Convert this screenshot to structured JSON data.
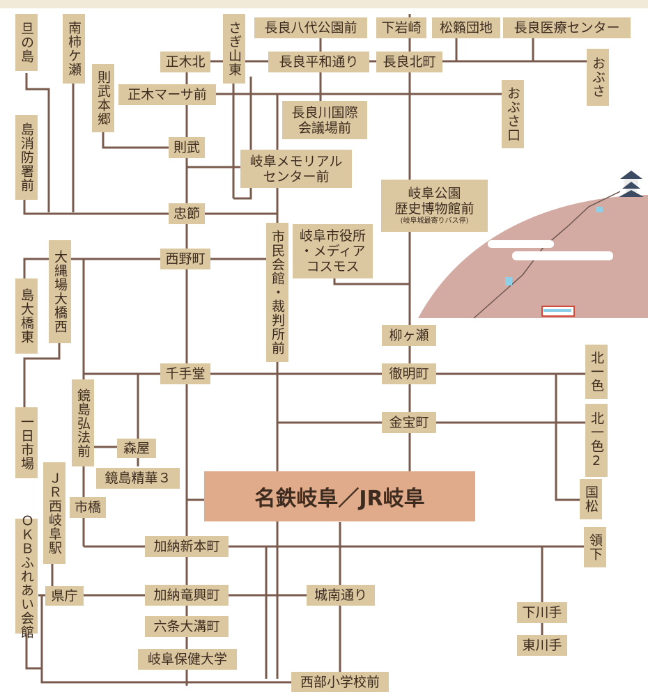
{
  "hub": {
    "label": "名鉄岐阜／JR岐阜"
  },
  "stops": {
    "dannoshima": "旦の島",
    "minamigakinose": "南柿ケ瀬",
    "sagiyama_higashi": "さぎ山東",
    "nagara_yashiro": "長良八代公園前",
    "shimoiwasaki": "下岩崎",
    "matsukago_danchi": "松籟団地",
    "nagara_iryo": "長良医療センター",
    "masaki_kita": "正木北",
    "nagara_heiwa": "長良平和通り",
    "nagara_kitamachi": "長良北町",
    "obusa": "おぶさ",
    "noritake_hongo": "則武本郷",
    "masaki_masa": "正木マーサ前",
    "obusaguchi": "おぶさ口",
    "nagaragawa_kokusai": [
      "長良川国際",
      "会議場前"
    ],
    "shima_shobosho": "島消防署前",
    "noritake": "則武",
    "memorial": [
      "岐阜メモリアル",
      "センター前"
    ],
    "gifu_koen": [
      "岐阜公園",
      "歴史博物館前"
    ],
    "gifu_koen_note": "(岐阜城最寄りバス停)",
    "chusetsu": "忠節",
    "shimin_kaikan": "市民会館・裁判所前",
    "shiyakusho": [
      "岐阜市役所",
      "・メディア",
      "コスモス"
    ],
    "onawaba": "大縄場大橋西",
    "nishinocho": "西野町",
    "shima_ohashi": "島大橋東",
    "yanagase": "柳ヶ瀬",
    "senjudo": "千手堂",
    "tetsumeicho": "徹明町",
    "kitaisshiki": "北一色",
    "kyojima_koboumae": "鏡島弘法前",
    "kinpocho": "金宝町",
    "kitaisshiki2": "北一色2",
    "ichinichi": "一日市場",
    "moriya": "森屋",
    "kyojima_seika": "鏡島精華３",
    "jr_nishigifu": "ＪＲ西岐阜駅",
    "kokumatsu": "国松",
    "ichihashi": "市橋",
    "okb": "ＯＫＢふれあい会館",
    "kano_shinhonmachi": "加納新本町",
    "ryoge": "領下",
    "kencho": "県庁",
    "kano_ryukocho": "加納竜興町",
    "jonan": "城南通り",
    "shimokawate": "下川手",
    "rokujo": "六条大溝町",
    "higashikawate": "東川手",
    "hoken_daigaku": "岐阜保健大学",
    "seibu_shogakko": "西部小学校前"
  },
  "colors": {
    "route": "#7a5a4c",
    "stop_bg": "#dcc8a0",
    "hub_bg": "#e0ab8a",
    "hill": "#d4aba2"
  }
}
